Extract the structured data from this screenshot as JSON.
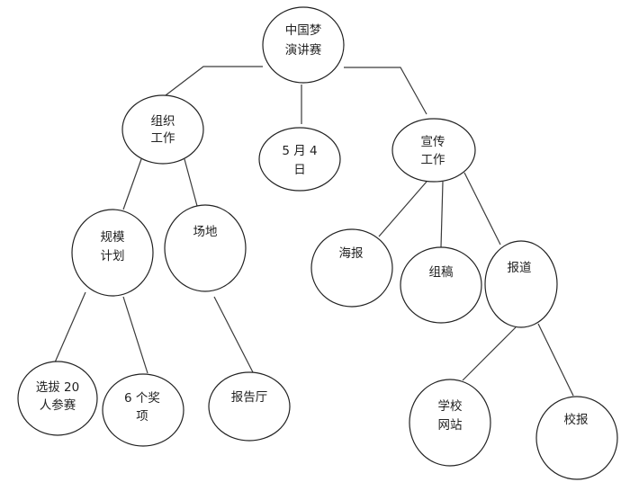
{
  "diagram": {
    "type": "tree",
    "nodes": {
      "root": [
        "中国梦",
        "演讲赛"
      ],
      "organize": [
        "组织",
        "工作"
      ],
      "date": [
        "5 月 4",
        "日"
      ],
      "publicity": [
        "宣传",
        "工作"
      ],
      "scale_plan": [
        "规模",
        "计划"
      ],
      "venue": [
        "场地"
      ],
      "poster": [
        "海报"
      ],
      "manuscripts": [
        "组稿"
      ],
      "report": [
        "报道"
      ],
      "select20": [
        "选拔 20",
        "人参赛"
      ],
      "awards": [
        "6 个奖",
        "项"
      ],
      "hall": [
        "报告厅"
      ],
      "school_site": [
        "学校",
        "网站"
      ],
      "school_paper": [
        "校报"
      ]
    },
    "edges": [
      [
        "root",
        "organize"
      ],
      [
        "root",
        "date"
      ],
      [
        "root",
        "publicity"
      ],
      [
        "organize",
        "scale_plan"
      ],
      [
        "organize",
        "venue"
      ],
      [
        "publicity",
        "poster"
      ],
      [
        "publicity",
        "manuscripts"
      ],
      [
        "publicity",
        "report"
      ],
      [
        "scale_plan",
        "select20"
      ],
      [
        "scale_plan",
        "awards"
      ],
      [
        "venue",
        "hall"
      ],
      [
        "report",
        "school_site"
      ],
      [
        "report",
        "school_paper"
      ]
    ]
  }
}
